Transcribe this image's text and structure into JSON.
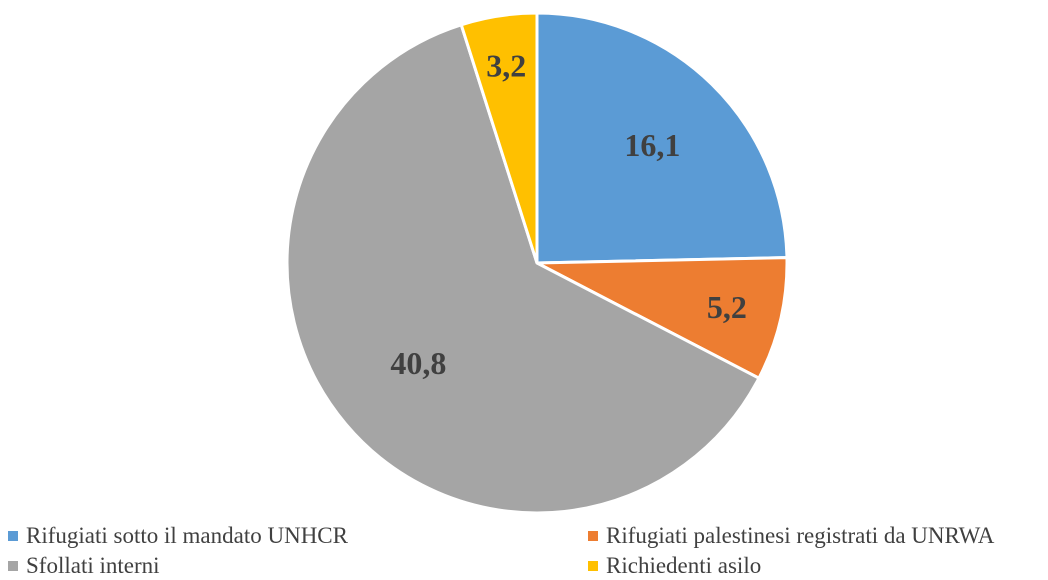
{
  "chart_data": {
    "type": "pie",
    "title": "",
    "categories": [
      "Rifugiati sotto il mandato UNHCR",
      "Rifugiati palestinesi registrati da UNRWA",
      "Sfollati interni",
      "Richiedenti asilo"
    ],
    "values": [
      16.1,
      5.2,
      40.8,
      3.2
    ],
    "labels": [
      "16,1",
      "5,2",
      "40,8",
      "3,2"
    ],
    "colors": [
      "#5b9bd5",
      "#ed7d31",
      "#a5a5a5",
      "#ffc000"
    ],
    "start": "12 o'clock",
    "direction": "clockwise",
    "legend_position": "bottom"
  }
}
